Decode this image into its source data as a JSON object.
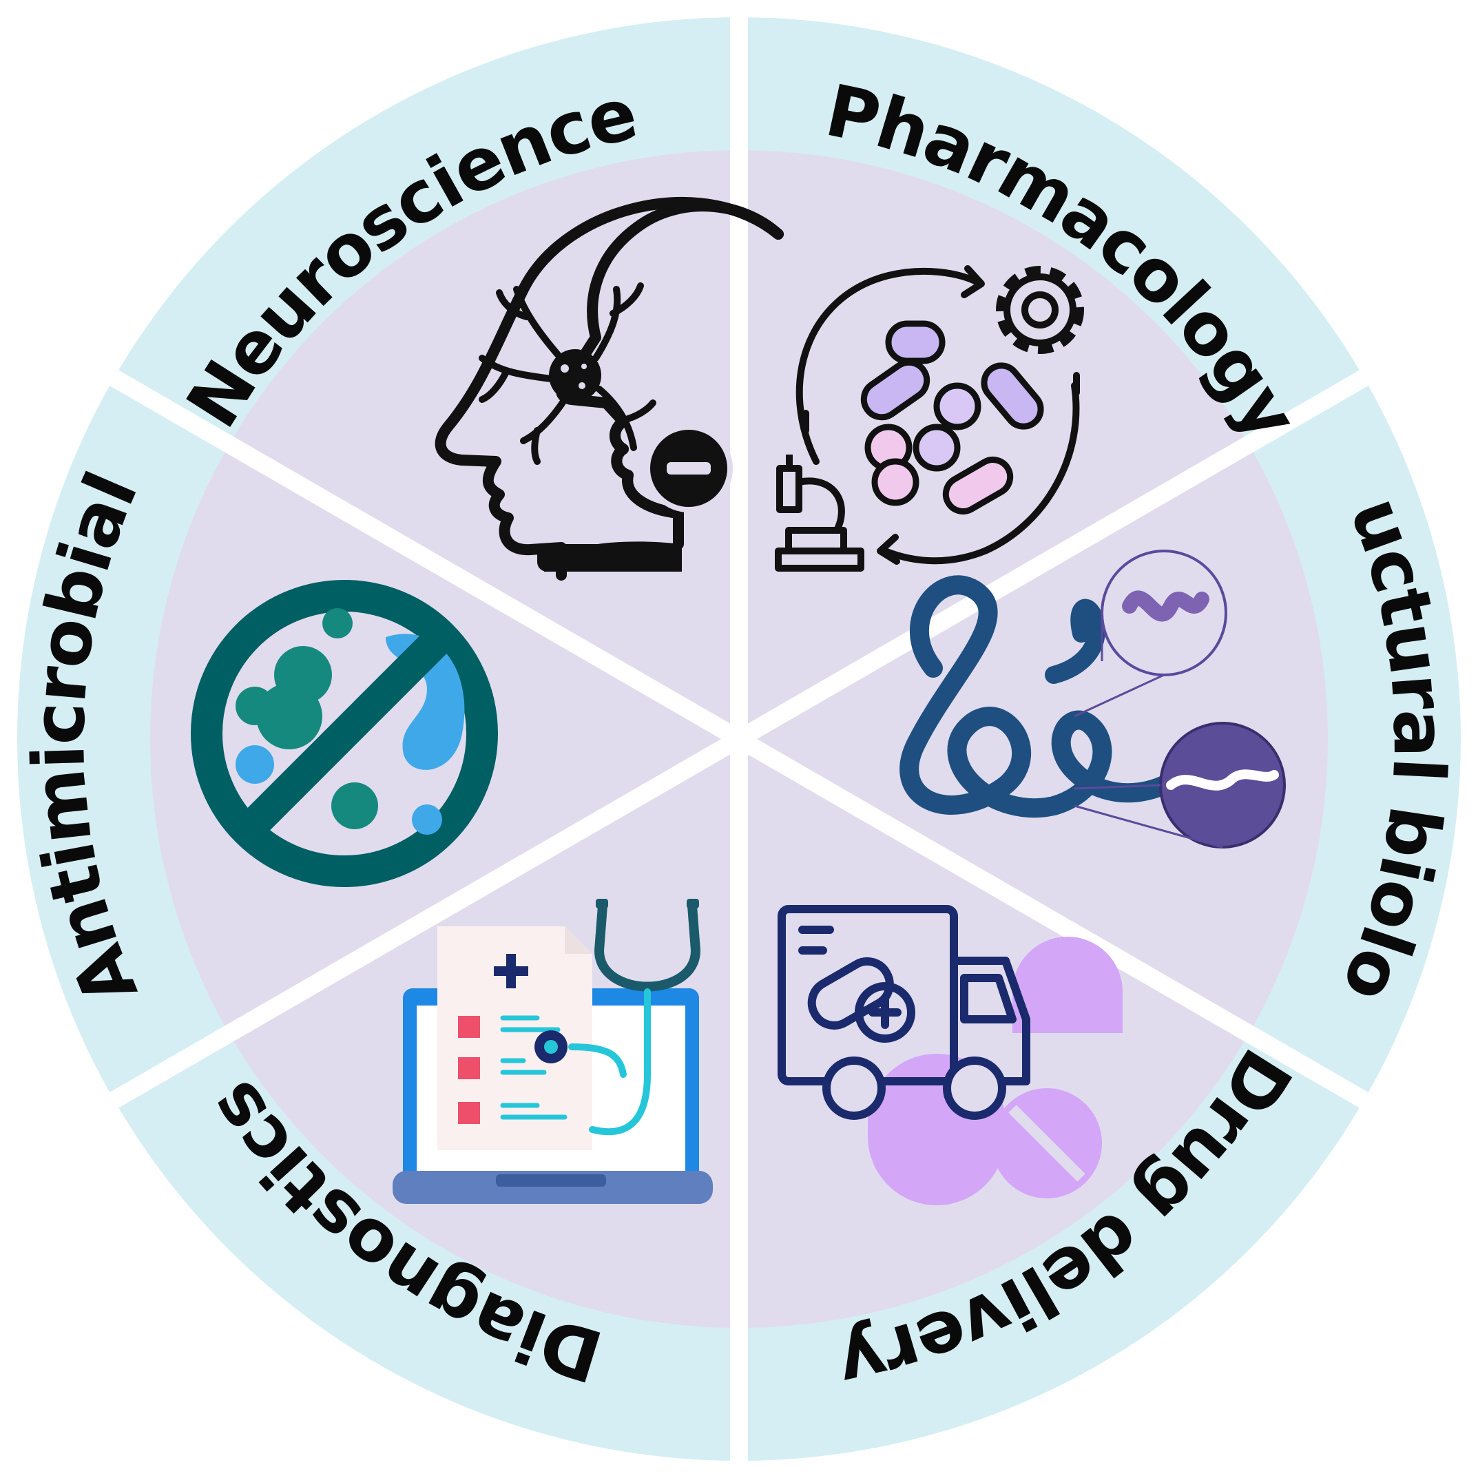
{
  "segments": [
    {
      "id": "pharmacology",
      "label": "Pharmacology",
      "icon": "pills-cycle-icon"
    },
    {
      "id": "structural-biology",
      "label": "Structural biology",
      "icon": "protein-fold-icon"
    },
    {
      "id": "drug-delivery",
      "label": "Drug delivery",
      "icon": "delivery-truck-icon"
    },
    {
      "id": "diagnostics",
      "label": "Diagnostics",
      "icon": "laptop-stethoscope-icon"
    },
    {
      "id": "antimicrobial",
      "label": "Antimicrobial",
      "icon": "no-bacteria-icon"
    },
    {
      "id": "neuroscience",
      "label": "Neuroscience",
      "icon": "brain-head-icon"
    }
  ],
  "colors": {
    "ring": "#d5eef3",
    "inner": "#e0dced",
    "divider": "#ffffff",
    "text": "#0a0a0a"
  }
}
